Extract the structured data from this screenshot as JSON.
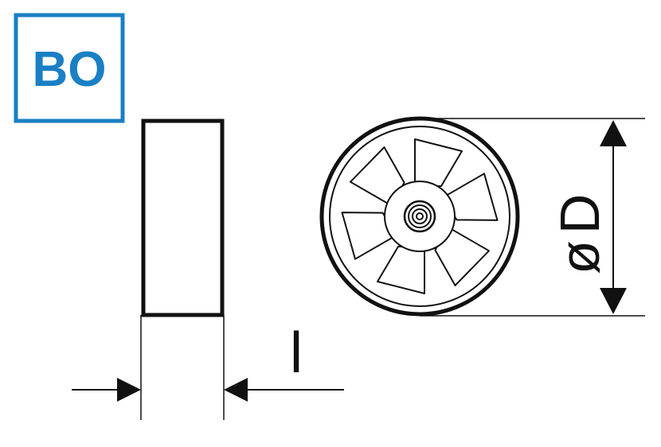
{
  "badge": {
    "label": "BO",
    "color": "#1a7fc4"
  },
  "dimensions": {
    "length_label": "l",
    "diameter_symbol": "ø",
    "diameter_letter": "D"
  },
  "colors": {
    "ink": "#111111",
    "background": "#ffffff"
  },
  "icons": [
    "fan-impeller-icon",
    "arrow-head-icon"
  ]
}
